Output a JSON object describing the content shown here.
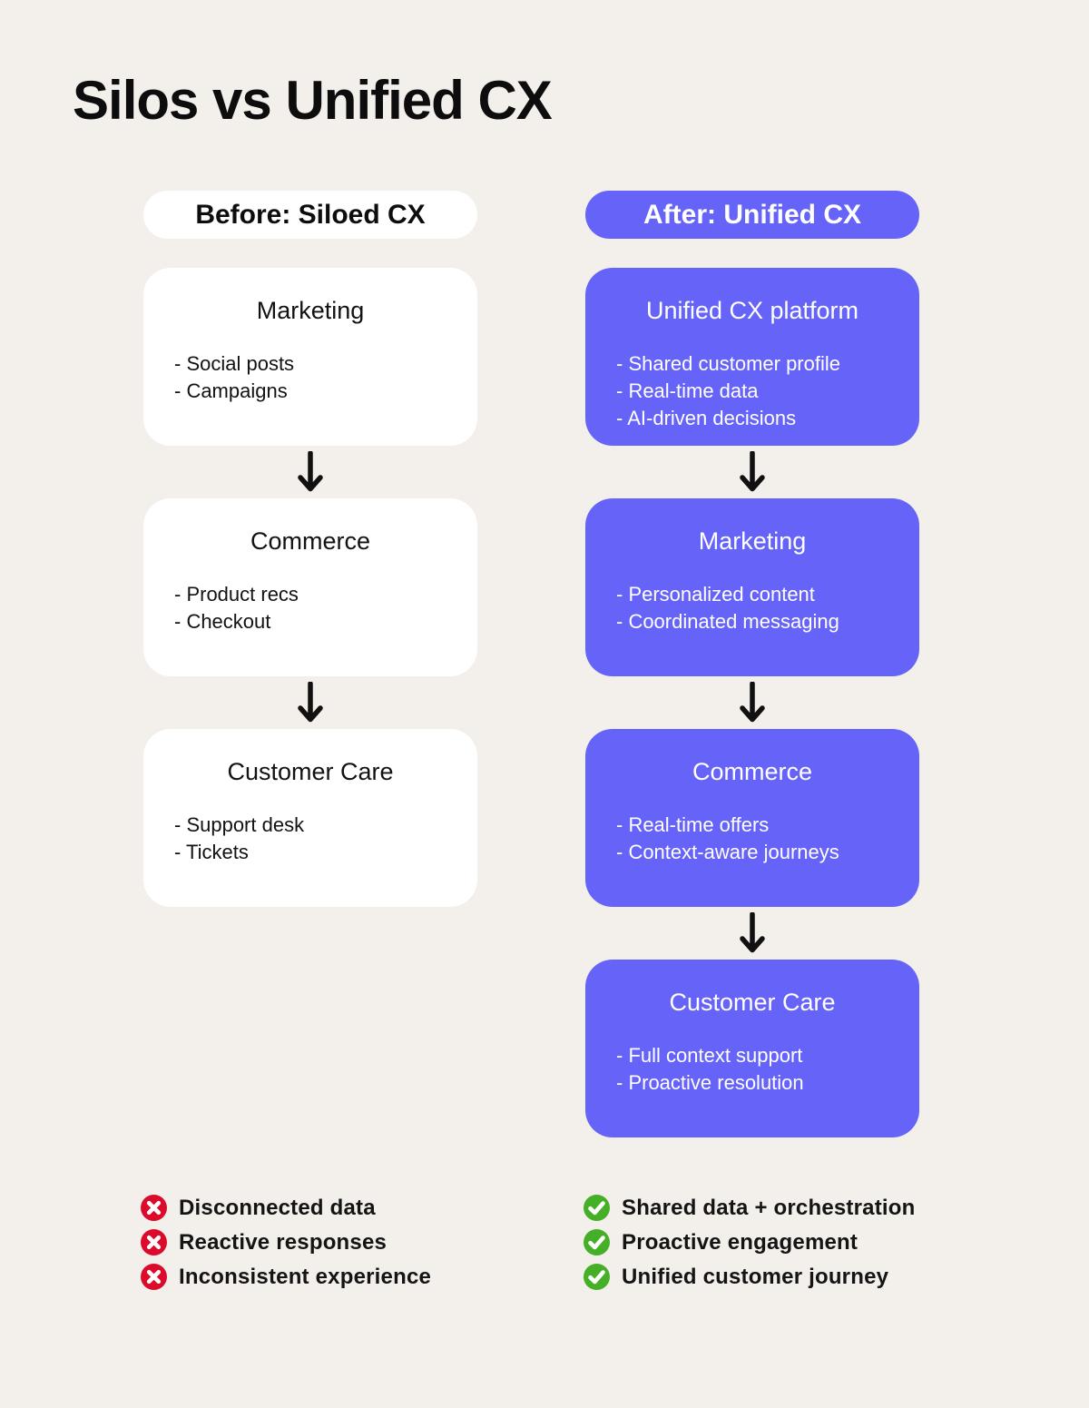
{
  "page": {
    "title": "Silos vs Unified CX"
  },
  "colors": {
    "background": "#F3EFEA",
    "accent": "#6663F8",
    "card": "#FFFFFF",
    "ink": "#121212",
    "negative": "#DC0A2B",
    "positive": "#45AF27"
  },
  "columns": {
    "before": {
      "header": "Before: Siloed CX",
      "boxes": [
        {
          "title": "Marketing",
          "bullets": [
            "- Social posts",
            "- Campaigns"
          ]
        },
        {
          "title": "Commerce",
          "bullets": [
            "- Product recs",
            "- Checkout"
          ]
        },
        {
          "title": "Customer Care",
          "bullets": [
            "- Support desk",
            "- Tickets"
          ]
        }
      ]
    },
    "after": {
      "header": "After: Unified CX",
      "boxes": [
        {
          "title": "Unified CX platform",
          "bullets": [
            "- Shared customer profile",
            "- Real-time data",
            "- AI-driven decisions"
          ]
        },
        {
          "title": "Marketing",
          "bullets": [
            "- Personalized content",
            "- Coordinated messaging"
          ]
        },
        {
          "title": "Commerce",
          "bullets": [
            "- Real-time offers",
            "- Context-aware journeys"
          ]
        },
        {
          "title": "Customer Care",
          "bullets": [
            "- Full context support",
            "- Proactive resolution"
          ]
        }
      ]
    }
  },
  "footers": {
    "before": {
      "icon": "cross-icon",
      "items": [
        "Disconnected data",
        "Reactive responses",
        "Inconsistent experience"
      ]
    },
    "after": {
      "icon": "check-icon",
      "items": [
        "Shared data + orchestration",
        "Proactive engagement",
        "Unified customer journey"
      ]
    }
  }
}
